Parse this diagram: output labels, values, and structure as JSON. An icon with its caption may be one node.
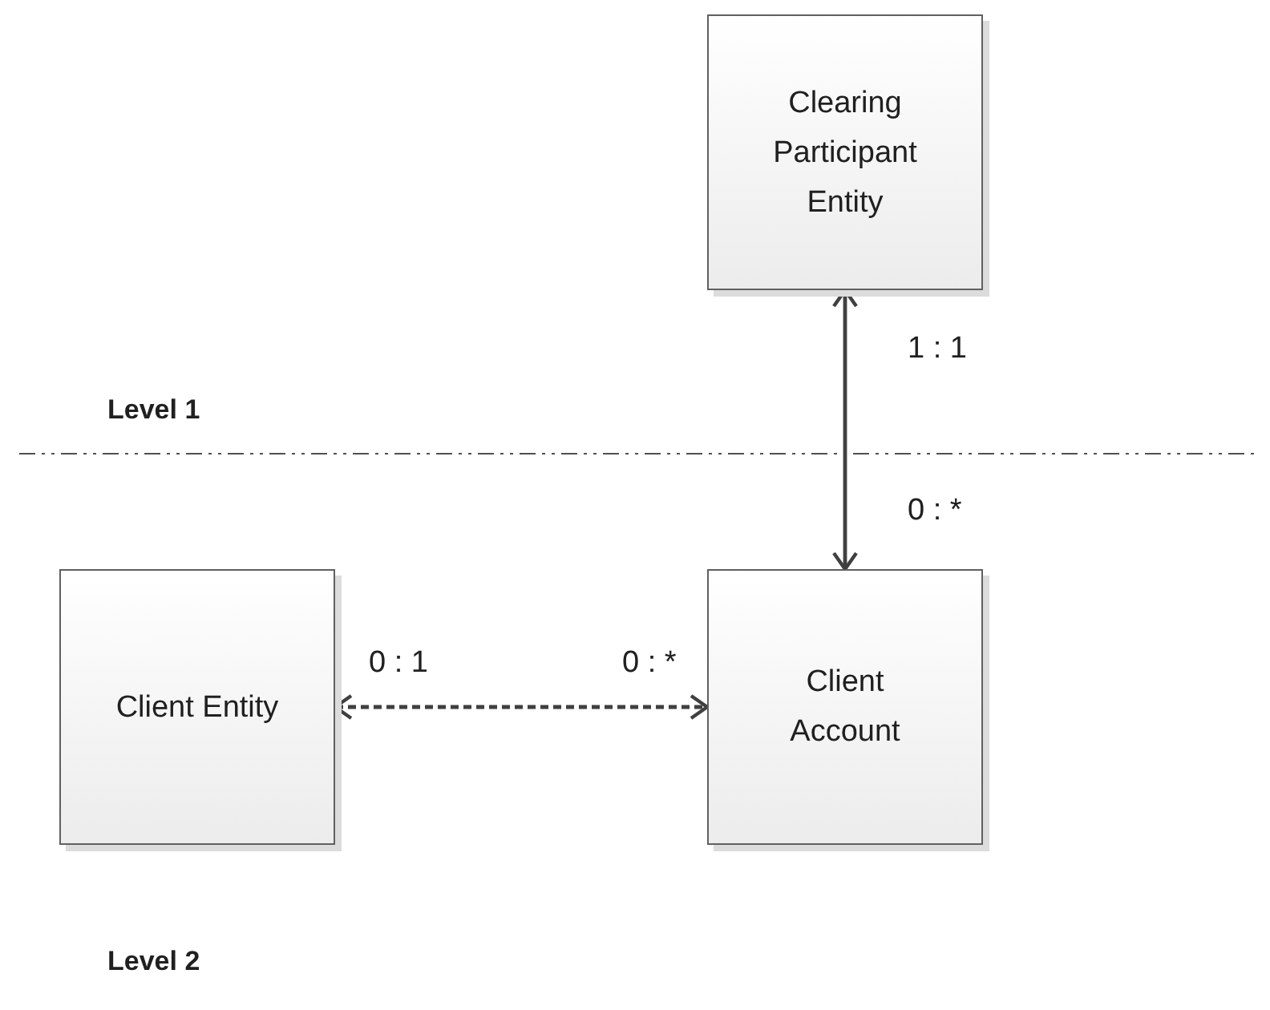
{
  "diagram": {
    "nodes": [
      {
        "text": [
          "Clearing Participant Entity"
        ]
      },
      {
        "text": [
          "Client Entity"
        ]
      },
      {
        "text": [
          "Client Account"
        ]
      }
    ],
    "edges": [
      {
        "from": 0,
        "to": 2,
        "arrow": "both"
      },
      {
        "from": 1,
        "to": 2,
        "arrow": "both",
        "style": "dashed"
      }
    ],
    "labels": [
      "1 : 1",
      "Level 1",
      "0 : *",
      "0 : 1",
      "0 : *",
      "Level 2"
    ]
  }
}
